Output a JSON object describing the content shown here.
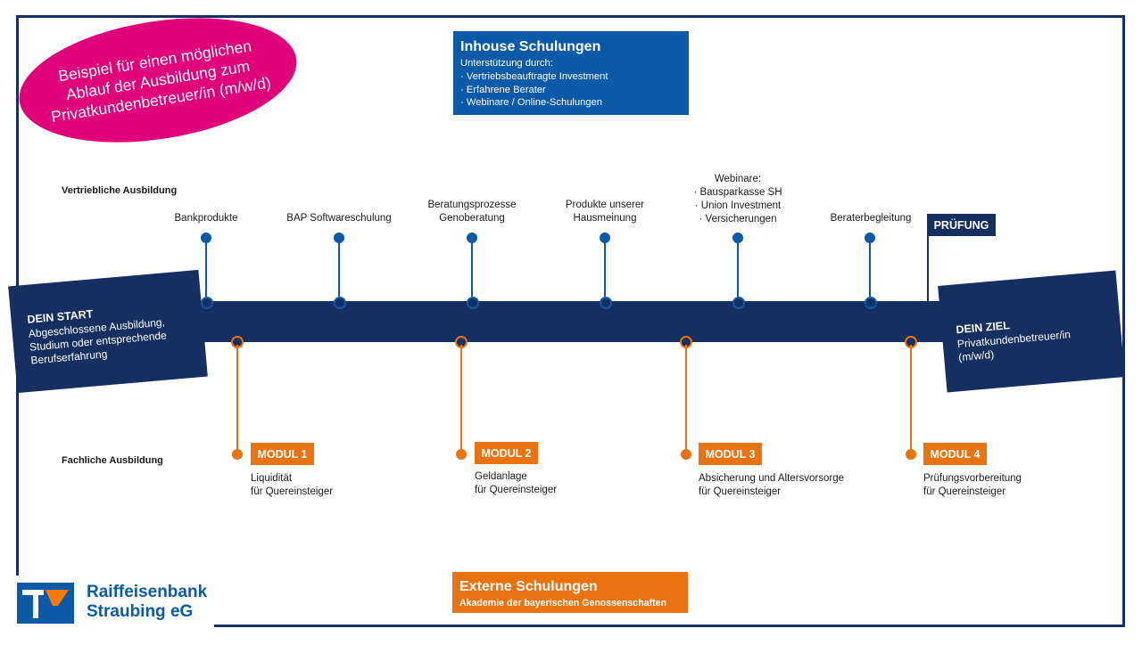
{
  "badge": {
    "text": "Beispiel für einen möglichen Ablauf der Ausbildung zum Privatkundenbetreuer/in (m/w/d)"
  },
  "inhouse": {
    "title": "Inhouse Schulungen",
    "subtitle": "Unterstützung durch:",
    "items": [
      "Vertriebsbeauftragte Investment",
      "Erfahrene Berater",
      "Webinare / Online-Schulungen"
    ]
  },
  "rows": {
    "top": "Vertriebliche Ausbildung",
    "bottom": "Fachliche Ausbildung"
  },
  "start": {
    "title": "DEIN START",
    "text": "Abgeschlossene Ausbildung, Studium oder entsprechende Berufserfahrung"
  },
  "goal": {
    "title": "DEIN ZIEL",
    "text": "Privatkundenbetreuer/in (m/w/d)"
  },
  "exam": "PRÜFUNG",
  "milestones_top": [
    {
      "lines": [
        "Bankprodukte"
      ]
    },
    {
      "lines": [
        "BAP Softwareschulung"
      ]
    },
    {
      "lines": [
        "Beratungsprozesse",
        "Genoberatung"
      ]
    },
    {
      "lines": [
        "Produkte unserer",
        "Hausmeinung"
      ]
    },
    {
      "title": "Webinare:",
      "items": [
        "Bausparkasse SH",
        "Union Investment",
        "Versicherungen"
      ]
    },
    {
      "lines": [
        "Beraterbegleitung"
      ]
    }
  ],
  "modules": [
    {
      "label": "MODUL 1",
      "line1": "Liquidität",
      "line2": "für Quereinsteiger"
    },
    {
      "label": "MODUL 2",
      "line1": "Geldanlage",
      "line2": "für Quereinsteiger"
    },
    {
      "label": "MODUL 3",
      "line1": "Absicherung und Altersvorsorge",
      "line2": "für Quereinsteiger"
    },
    {
      "label": "MODUL 4",
      "line1": "Prüfungsvorbereitung",
      "line2": "für Quereinsteiger"
    }
  ],
  "extern": {
    "title": "Externe Schulungen",
    "subtitle": "Akademie der bayerischen Genossenschaften"
  },
  "logo": {
    "line1": "Raiffeisenbank",
    "line2": "Straubing eG"
  },
  "colors": {
    "navy": "#152f61",
    "blue": "#0b5aa7",
    "orange": "#e87310",
    "pink": "#e0007a"
  }
}
